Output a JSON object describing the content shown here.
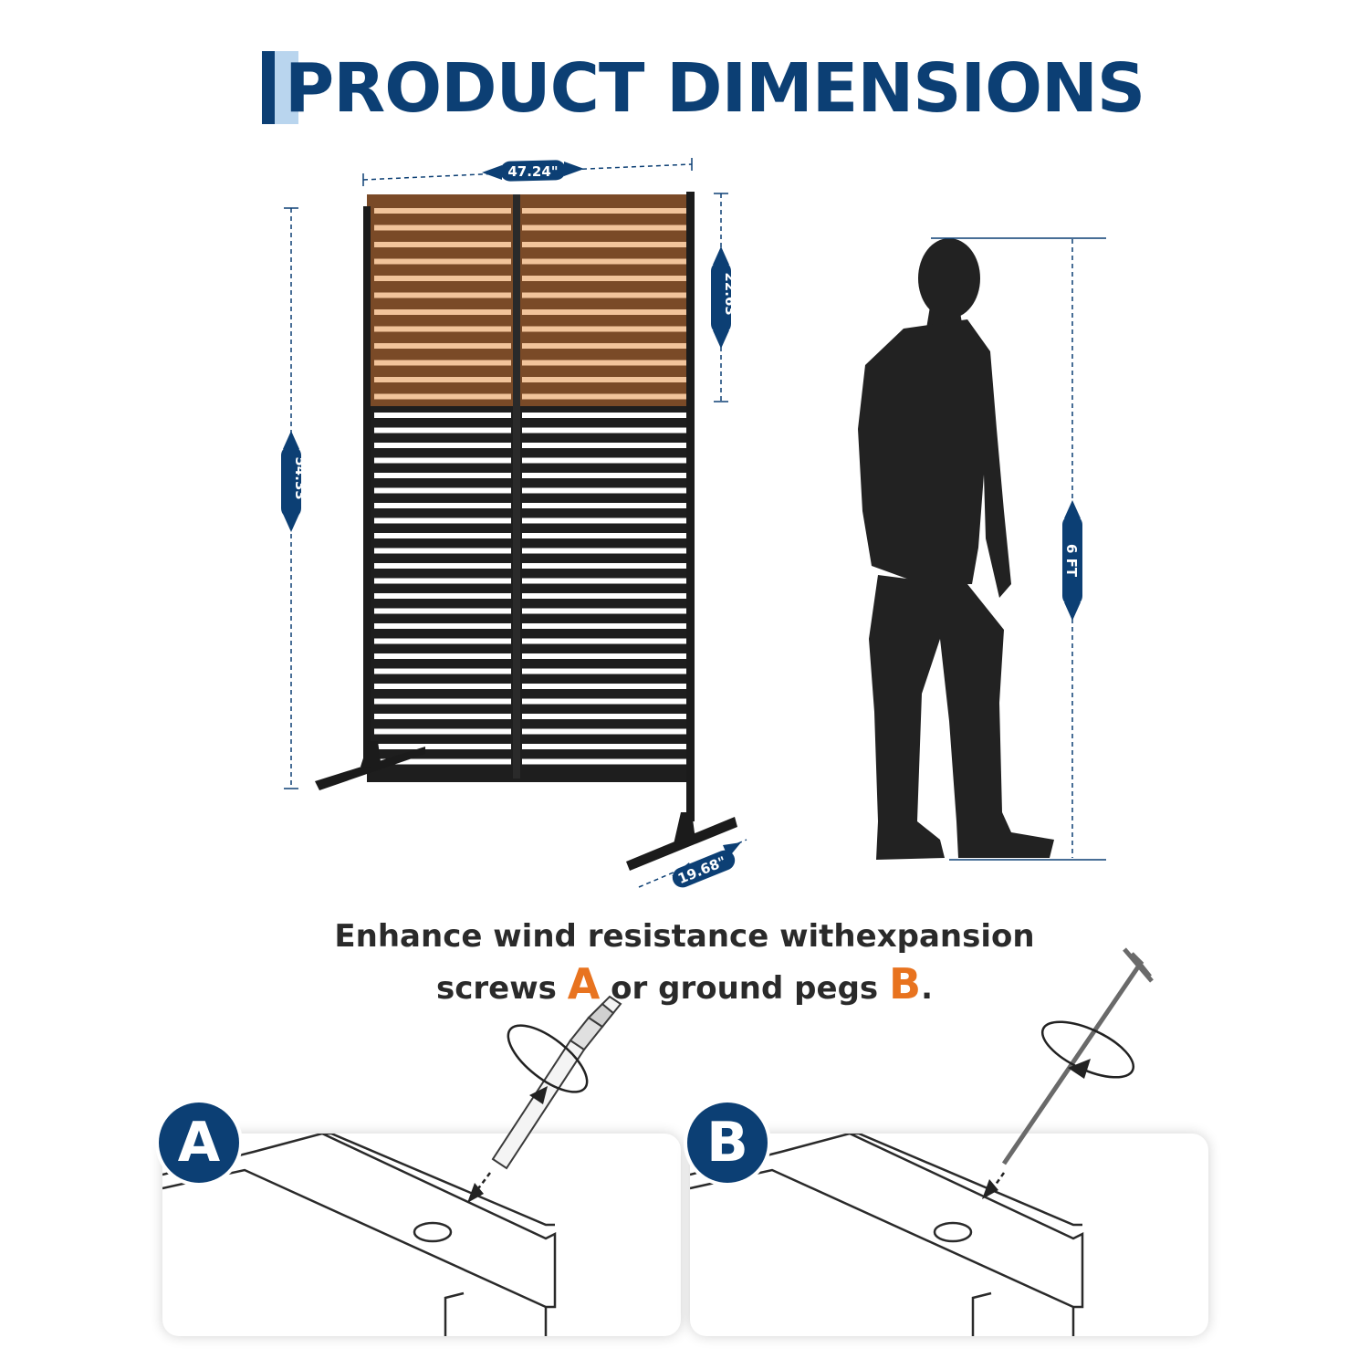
{
  "title": "PRODUCT DIMENSIONS",
  "dimensions": {
    "width": "47.24\"",
    "upper_panel_height": "22.63\"",
    "total_height": "54.33\"",
    "foot_depth": "19.68\"",
    "person_height": "6 FT"
  },
  "caption": {
    "line1": "Enhance wind resistance withexpansion",
    "line2_prefix": "screws ",
    "option_a": "A",
    "line2_middle": " or ground pegs ",
    "option_b": "B",
    "line2_suffix": "."
  },
  "options": [
    {
      "badge": "A"
    },
    {
      "badge": "B"
    }
  ],
  "colors": {
    "brand_blue": "#0c3f74",
    "light_blue": "#b9d5ee",
    "accent_orange": "#e8731f",
    "wood": "#7a4a27",
    "wood_light": "#f2c49b",
    "metal": "#1e1e1e"
  }
}
